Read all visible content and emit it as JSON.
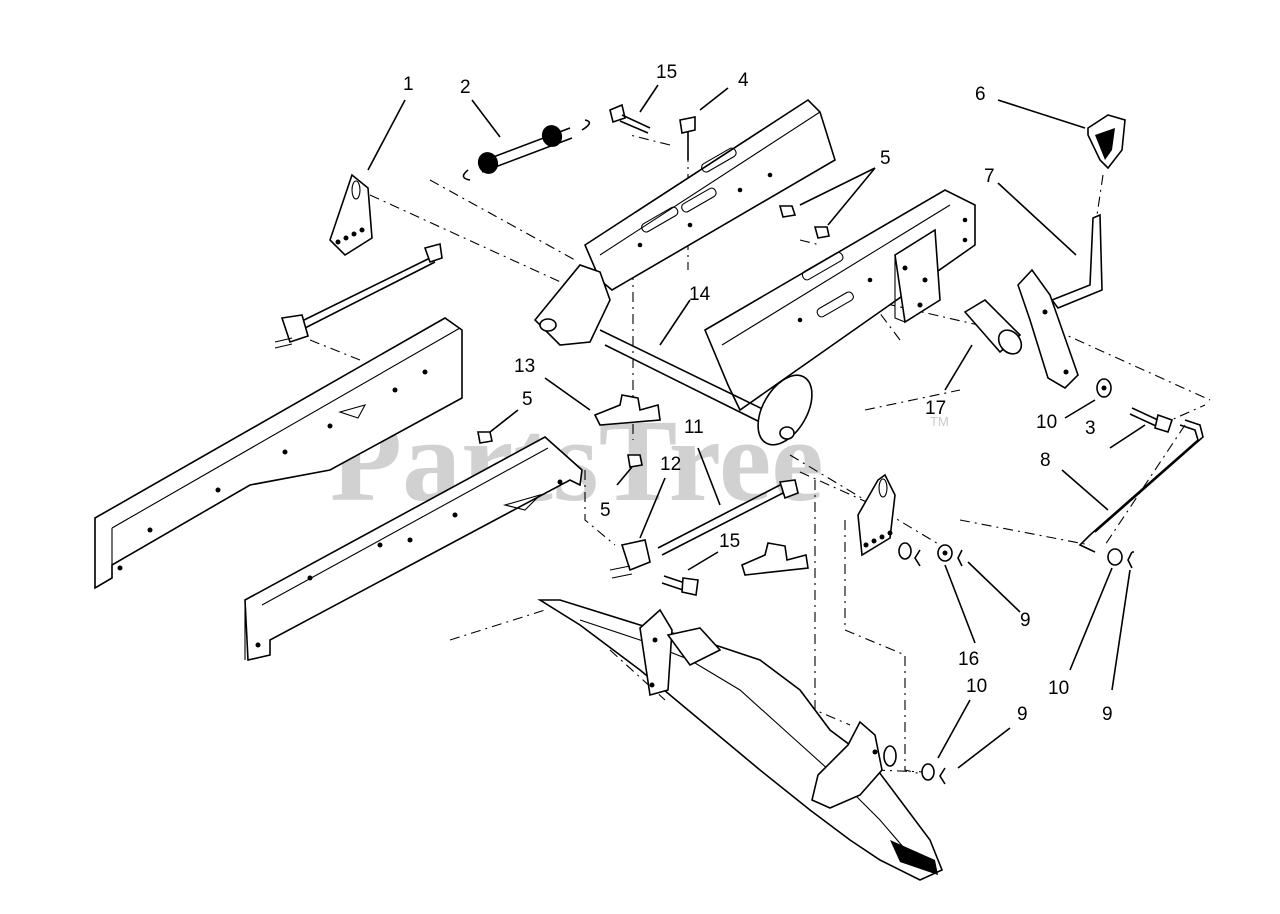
{
  "watermark": {
    "text": "PartsTree",
    "trademark": "TM"
  },
  "callouts": {
    "c1": "1",
    "c2": "2",
    "c3": "3",
    "c4": "4",
    "c5a": "5",
    "c5b": "5",
    "c5c": "5",
    "c6": "6",
    "c7": "7",
    "c8": "8",
    "c9a": "9",
    "c9b": "9",
    "c9c": "9",
    "c10a": "10",
    "c10b": "10",
    "c10c": "10",
    "c11": "11",
    "c12": "12",
    "c13": "13",
    "c14": "14",
    "c15a": "15",
    "c15b": "15",
    "c16": "16",
    "c17": "17"
  }
}
